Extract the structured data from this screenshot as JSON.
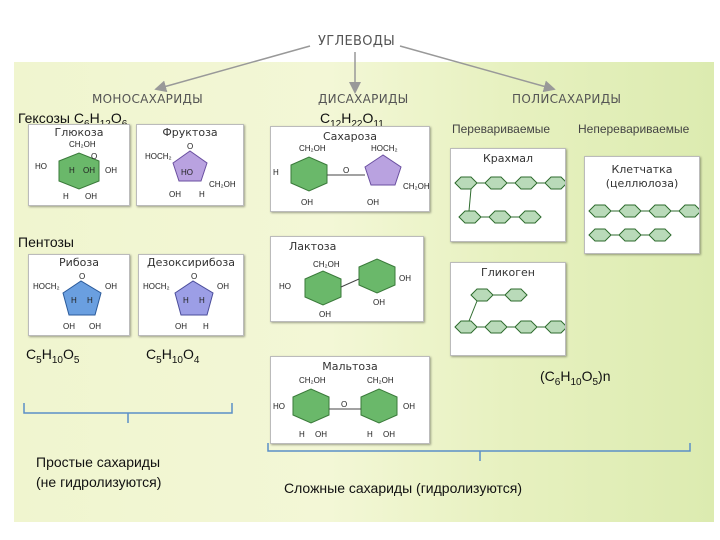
{
  "title": "УГЛЕВОДЫ",
  "categories": {
    "mono": "МОНОСАХАРИДЫ",
    "di": "ДИСАХАРИДЫ",
    "poly": "ПОЛИСАХАРИДЫ"
  },
  "hexoses_label": "Гексозы",
  "hexose_formula": [
    "C",
    "6",
    "H",
    "12",
    "O",
    "6"
  ],
  "disaccharide_formula": [
    "C",
    "12",
    "H",
    "22",
    "O",
    "11"
  ],
  "pentoses_label": "Пентозы",
  "pentose_formula1": [
    "C",
    "5",
    "H",
    "10",
    "O",
    "5"
  ],
  "pentose_formula2": [
    "C",
    "5",
    "H",
    "10",
    "O",
    "4"
  ],
  "poly_formula": [
    "(C",
    "6",
    "H",
    "10",
    "O",
    "5",
    ")n"
  ],
  "sugars": {
    "glucose": "Глюкоза",
    "fructose": "Фруктоза",
    "ribose": "Рибоза",
    "deoxyribose": "Дезоксирибоза",
    "sucrose": "Сахароза",
    "lactose": "Лактоза",
    "maltose": "Мальтоза",
    "starch": "Крахмал",
    "cellulose": "Клетчатка (целлюлоза)",
    "glycogen": "Гликоген"
  },
  "poly_columns": {
    "digestible": "Перевариваемые",
    "indigestible": "Неперевариваемые"
  },
  "atoms": {
    "ch2oh": "CH₂OH",
    "hoch2": "HOCH₂",
    "oh": "OH",
    "ho": "HO",
    "h": "H",
    "o": "O"
  },
  "simple_caption": [
    "Простые сахариды",
    "(не гидролизуются)"
  ],
  "complex_caption": "Сложные сахариды (гидролизуются)",
  "colors": {
    "glucose_ring": "#6ab86a",
    "ribose_ring": "#6a9fe0",
    "fructose_ring": "#b9a2e0",
    "bracket": "#5b8fc7",
    "panel": "#eef4cc"
  }
}
